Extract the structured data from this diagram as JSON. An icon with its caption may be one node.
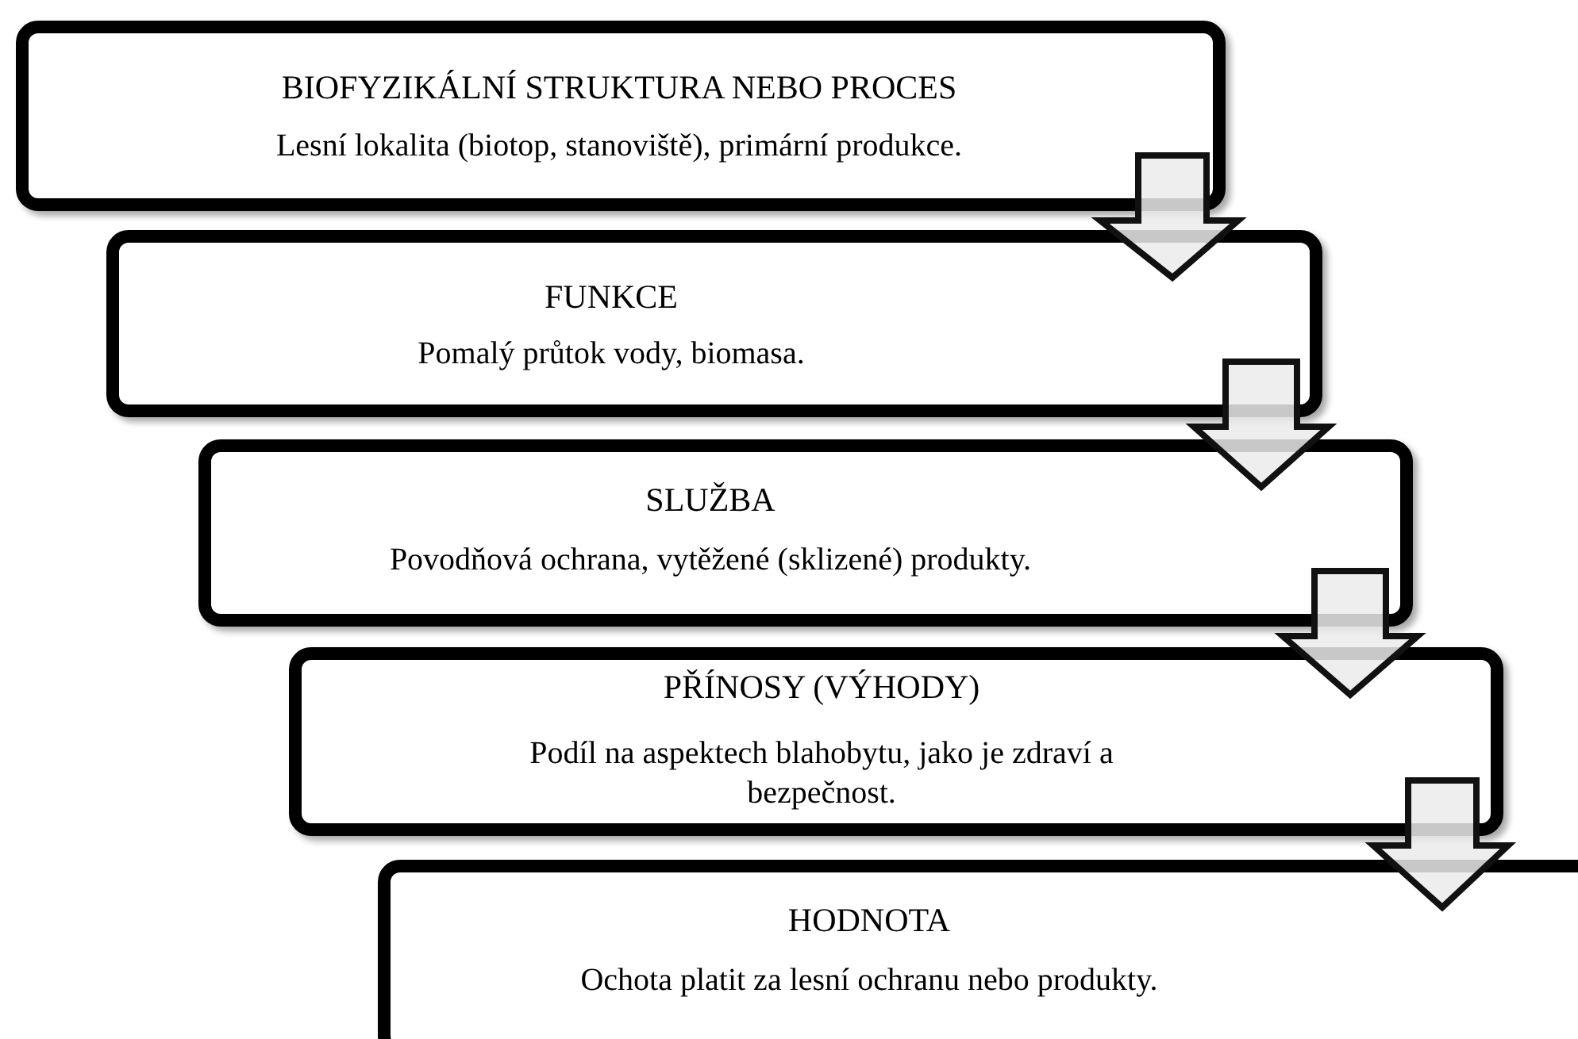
{
  "diagram": {
    "nodes": [
      {
        "text": [
          "BIOFYZIKÁLNÍ STRUKTURA NEBO PROCES",
          "Lesní lokalita (biotop, stanoviště), primární produkce."
        ]
      },
      {
        "text": [
          "FUNKCE",
          "Pomalý průtok vody, biomasa."
        ]
      },
      {
        "text": [
          "SLUŽBA",
          "Povodňová ochrana, vytěžené (sklizené) produkty."
        ]
      },
      {
        "text": [
          "PŘÍNOSY (VÝHODY)",
          "Podíl na aspektech blahobytu, jako je zdraví a bezpečnost."
        ]
      },
      {
        "text": [
          "HODNOTA",
          "Ochota platit za lesní ochranu nebo produkty."
        ]
      }
    ],
    "edges": [
      {
        "from": 0,
        "to": 1,
        "arrow": "to"
      },
      {
        "from": 1,
        "to": 2,
        "arrow": "to"
      },
      {
        "from": 2,
        "to": 3,
        "arrow": "to"
      },
      {
        "from": 3,
        "to": 4,
        "arrow": "to"
      }
    ]
  }
}
